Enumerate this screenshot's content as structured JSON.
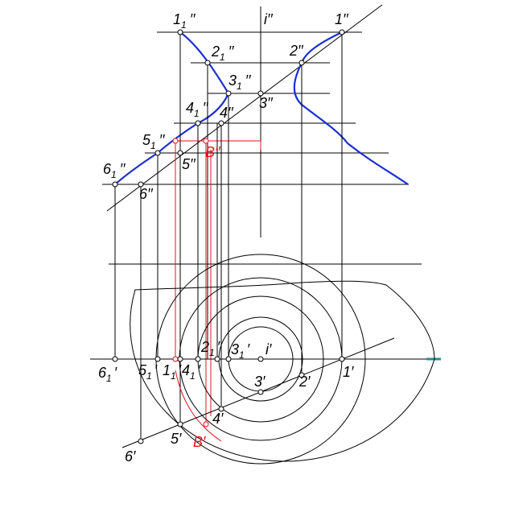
{
  "colors": {
    "line": "#000000",
    "curve": "#1a2fd0",
    "section": "#e0141e",
    "marker": "#2a8c8c"
  },
  "labels": {
    "top": {
      "p1_1": {
        "main": "1",
        "sub": "1",
        "prime": "′′"
      },
      "p2_1": {
        "main": "2",
        "sub": "1",
        "prime": "′′"
      },
      "p3_1": {
        "main": "3",
        "sub": "1",
        "prime": "′′"
      },
      "p4_1": {
        "main": "4",
        "sub": "1",
        "prime": "′′"
      },
      "p5_1": {
        "main": "5",
        "sub": "1",
        "prime": "′′"
      },
      "p6_1": {
        "main": "6",
        "sub": "1",
        "prime": "′′"
      },
      "i": "i′′",
      "p1": "1′′",
      "p2": "2′′",
      "p3": "3′′",
      "p4": "4′′",
      "p5": "5′′",
      "p6": "6′′",
      "B": "B′′"
    },
    "bottom": {
      "p1_1": {
        "main": "1",
        "sub": "1",
        "prime": "′"
      },
      "p2_1": {
        "main": "2",
        "sub": "1",
        "prime": "′"
      },
      "p3_1": {
        "main": "3",
        "sub": "1",
        "prime": "′"
      },
      "p4_1": {
        "main": "4",
        "sub": "1",
        "prime": "′"
      },
      "p5_1": {
        "main": "5",
        "sub": "1",
        "prime": "′"
      },
      "p6_1": {
        "main": "6",
        "sub": "1",
        "prime": "′"
      },
      "i": "i′",
      "p1": "1′",
      "p2": "2′",
      "p3": "3′",
      "p4": "4′",
      "p5": "5′",
      "p6": "6′",
      "B": "B′"
    }
  }
}
